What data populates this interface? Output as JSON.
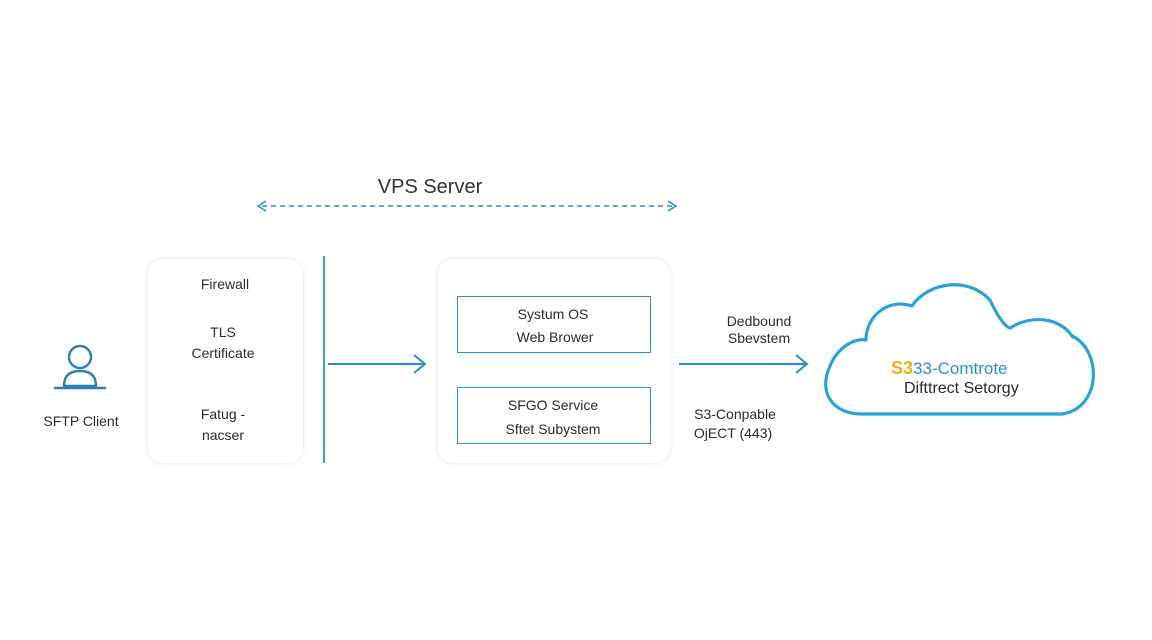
{
  "title": "VPS Server",
  "client": {
    "label": "SFTP Client",
    "icon": "user-icon"
  },
  "left_panel": {
    "items": [
      "Firewall",
      "TLS",
      "Certificate",
      "Fatug -",
      "nacser"
    ]
  },
  "server_panel": {
    "box1": [
      "Systum OS",
      "Web Brower"
    ],
    "box2": [
      "SFGO Service",
      "Sftet Subystem"
    ]
  },
  "outbound": {
    "top": [
      "Dedbound",
      "Sbevstem"
    ],
    "bottom": [
      "S3-Conpable",
      "OjECT (443)"
    ]
  },
  "cloud": {
    "mark": "S3",
    "line1": "33-Comtrote",
    "line2": "Difttrect Setorgy"
  },
  "colors": {
    "accent": "#2a8fcf",
    "s3_yellow": "#e8b21a"
  }
}
